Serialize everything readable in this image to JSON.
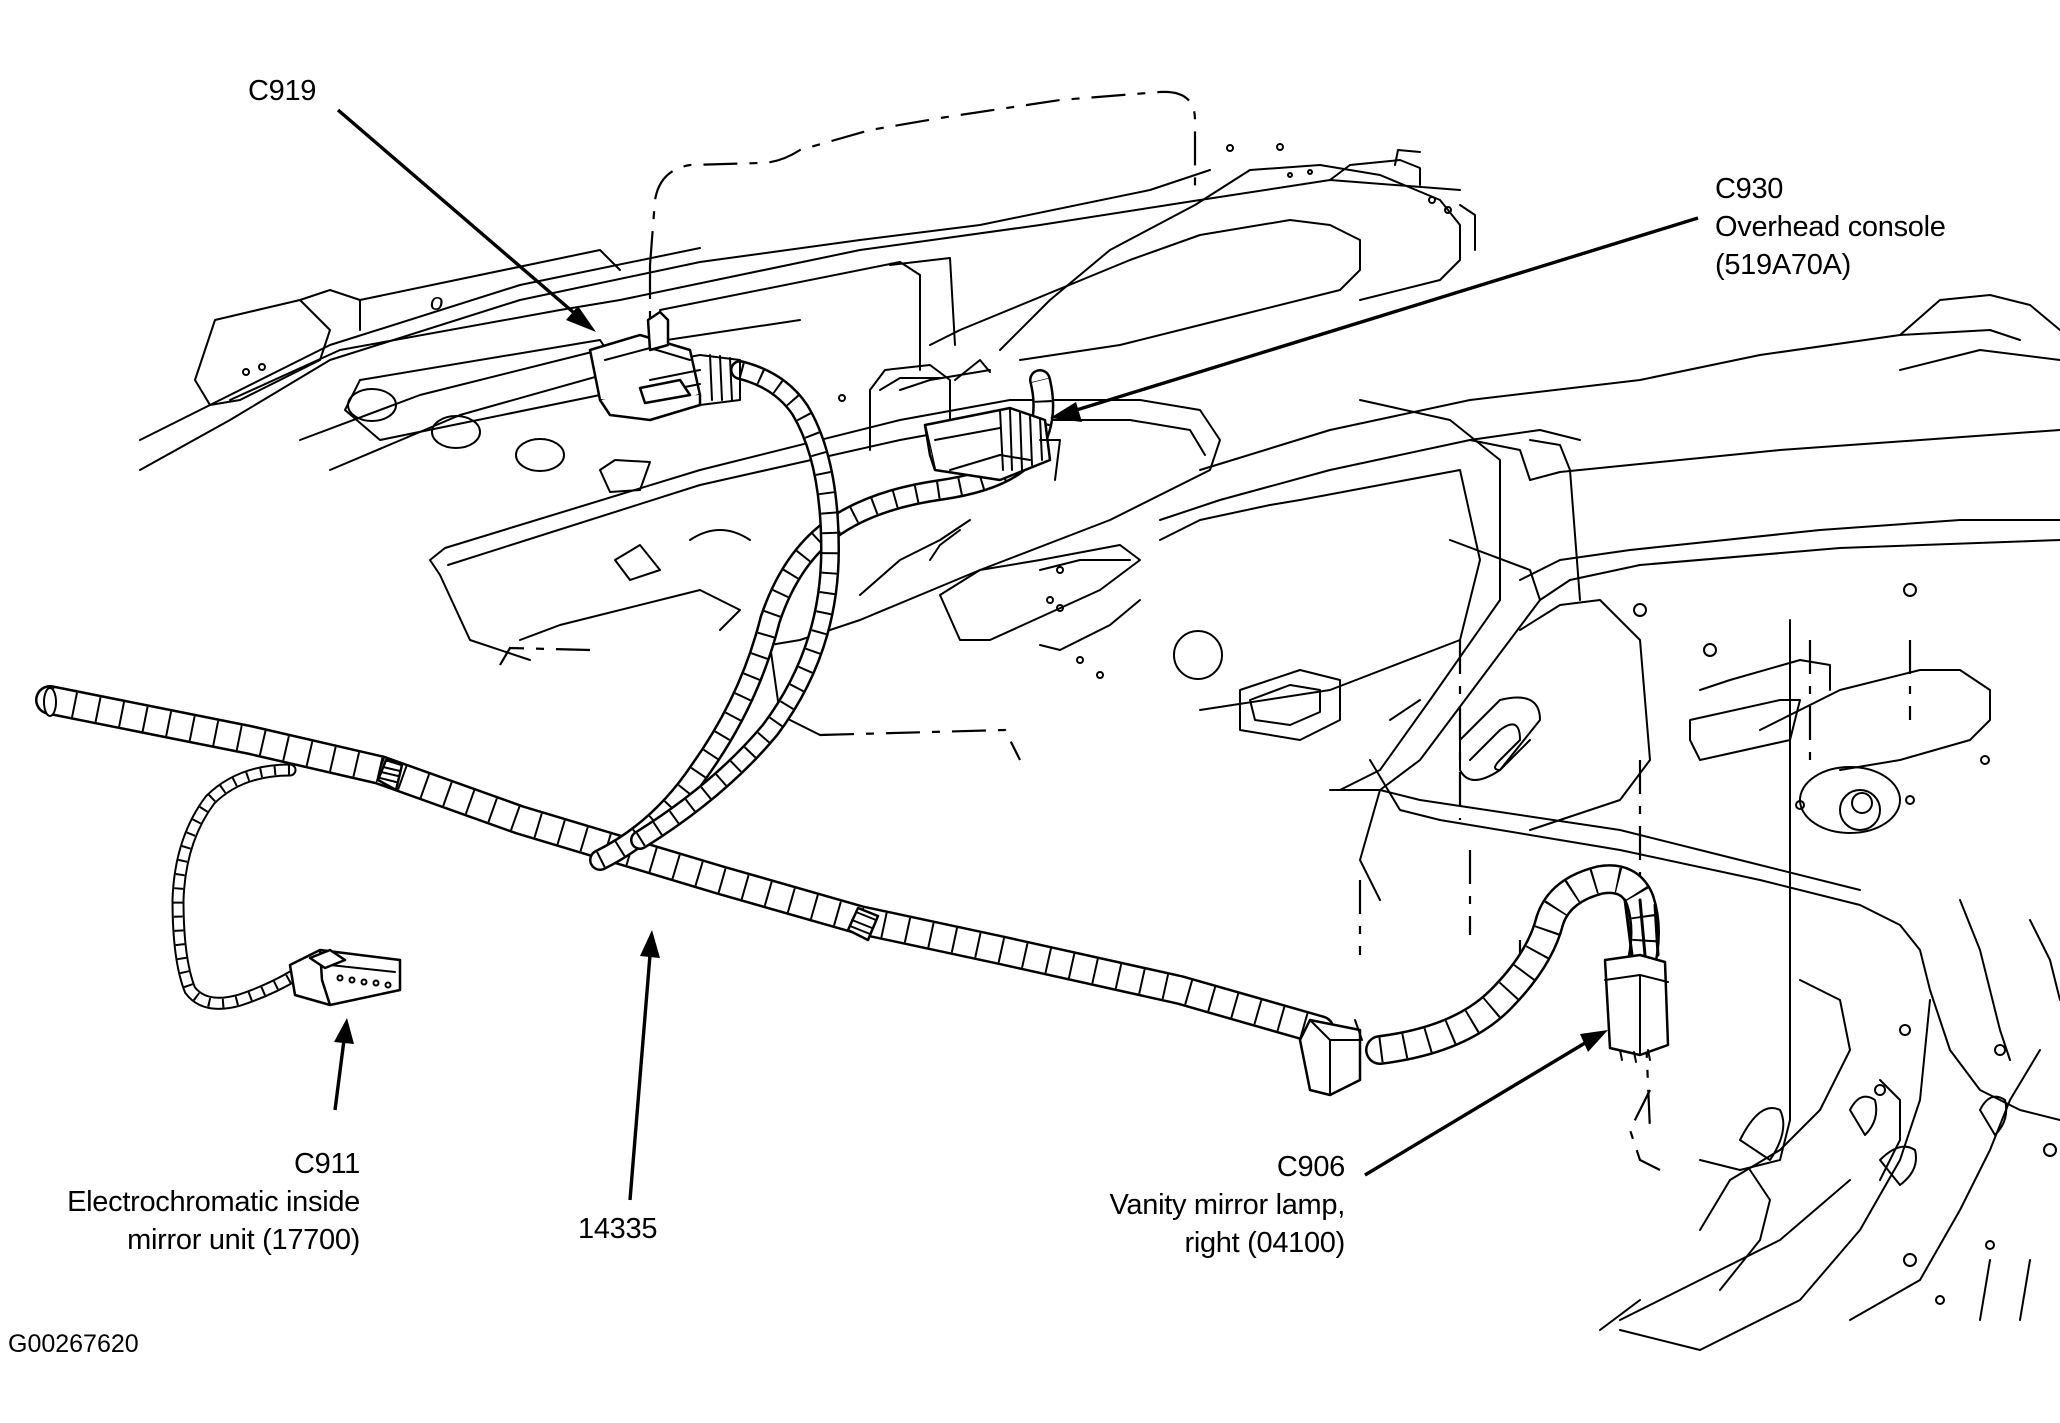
{
  "figure_id": "G00267620",
  "callouts": {
    "c919": {
      "code": "C919"
    },
    "c930": {
      "code": "C930",
      "desc1": "Overhead console",
      "desc2": "(519A70A)"
    },
    "c911": {
      "code": "C911",
      "desc1": "Electrochromatic inside",
      "desc2": "mirror unit (17700)"
    },
    "harness": {
      "code": "14335"
    },
    "c906": {
      "code": "C906",
      "desc1": "Vanity mirror lamp,",
      "desc2": "right (04100)"
    }
  }
}
